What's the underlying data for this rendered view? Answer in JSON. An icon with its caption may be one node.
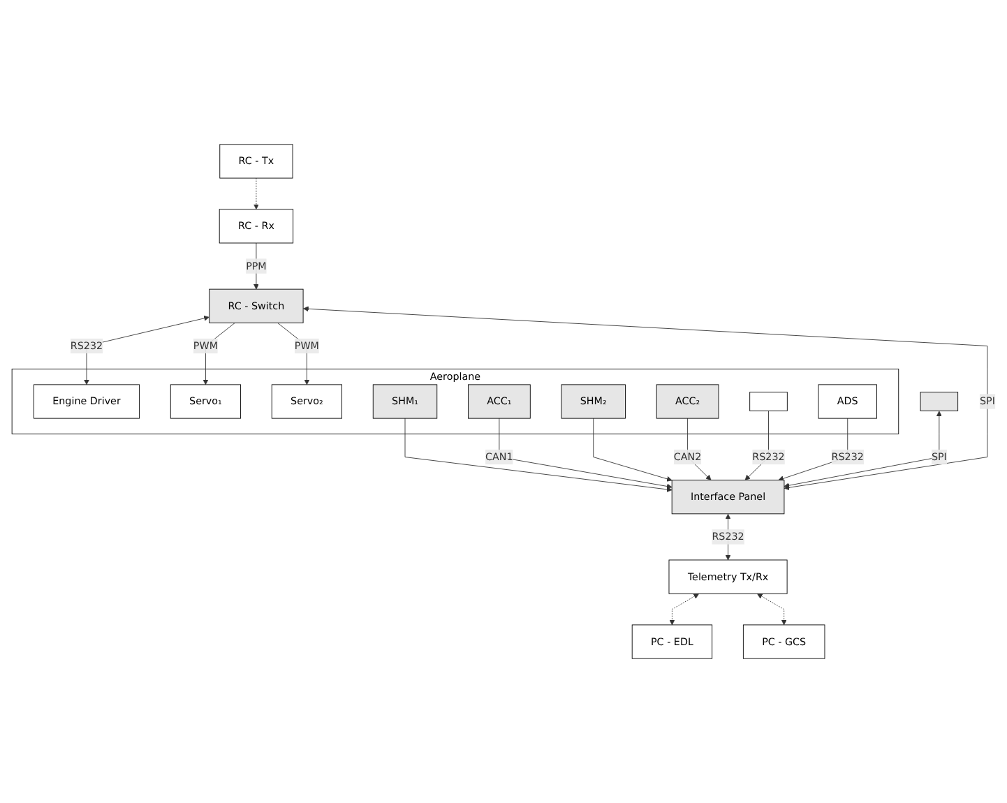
{
  "diagram": {
    "nodes": [
      {
        "text": [
          "Aeroplane"
        ]
      },
      {
        "text": [
          "Engine Driver"
        ],
        "in": 0
      },
      {
        "text": [
          "Servo₁"
        ],
        "in": 0
      },
      {
        "text": [
          "Servo₂"
        ],
        "in": 0
      },
      {
        "text": [
          "SHM₁"
        ],
        "in": 0
      },
      {
        "text": [
          "ACC₁"
        ],
        "in": 0
      },
      {
        "text": [
          "SHM₂"
        ],
        "in": 0
      },
      {
        "text": [
          "ACC₂"
        ],
        "in": 0
      },
      {
        "text": [],
        "shape": "box",
        "in": 0
      },
      {
        "text": [
          "ADS"
        ],
        "in": 0
      },
      {
        "text": [],
        "shape": "box"
      },
      {
        "text": [
          "RC - Switch"
        ]
      },
      {
        "text": [
          "Interface Panel"
        ]
      },
      {
        "text": [
          "RC - Rx"
        ]
      },
      {
        "text": [
          "RC - Tx"
        ]
      },
      {
        "text": [
          "Telemetry Tx/Rx"
        ]
      },
      {
        "text": [
          "PC - EDL"
        ]
      },
      {
        "text": [
          "PC - GCS"
        ]
      }
    ],
    "edges": [
      {
        "from": 11,
        "to": 1,
        "arrow": "both",
        "label": "RS232"
      },
      {
        "from": 11,
        "to": 2,
        "arrow": "to",
        "label": "PWM"
      },
      {
        "from": 11,
        "to": 3,
        "arrow": "to",
        "label": "PWM"
      },
      {
        "from": 4,
        "to": 12,
        "arrow": "to"
      },
      {
        "from": 5,
        "to": 12,
        "arrow": "to",
        "label": "CAN1"
      },
      {
        "from": 6,
        "to": 12,
        "arrow": "to"
      },
      {
        "from": 7,
        "to": 12,
        "arrow": "to",
        "label": "CAN2"
      },
      {
        "from": 8,
        "to": 12,
        "arrow": "to",
        "label": "RS232"
      },
      {
        "from": 9,
        "to": 12,
        "arrow": "to",
        "label": "RS232"
      },
      {
        "from": 10,
        "to": 12,
        "arrow": "both",
        "label": "SPI"
      },
      {
        "from": 11,
        "to": 12,
        "arrow": "both",
        "label": "SPI"
      },
      {
        "from": 13,
        "to": 11,
        "arrow": "to",
        "label": "PPM"
      },
      {
        "from": 14,
        "to": 13,
        "arrow": "to",
        "style": "dashed"
      },
      {
        "from": 12,
        "to": 15,
        "arrow": "both",
        "label": "RS232"
      },
      {
        "from": 15,
        "to": 16,
        "arrow": "both",
        "style": "dashed"
      },
      {
        "from": 15,
        "to": 17,
        "arrow": "both",
        "style": "dashed"
      }
    ]
  }
}
